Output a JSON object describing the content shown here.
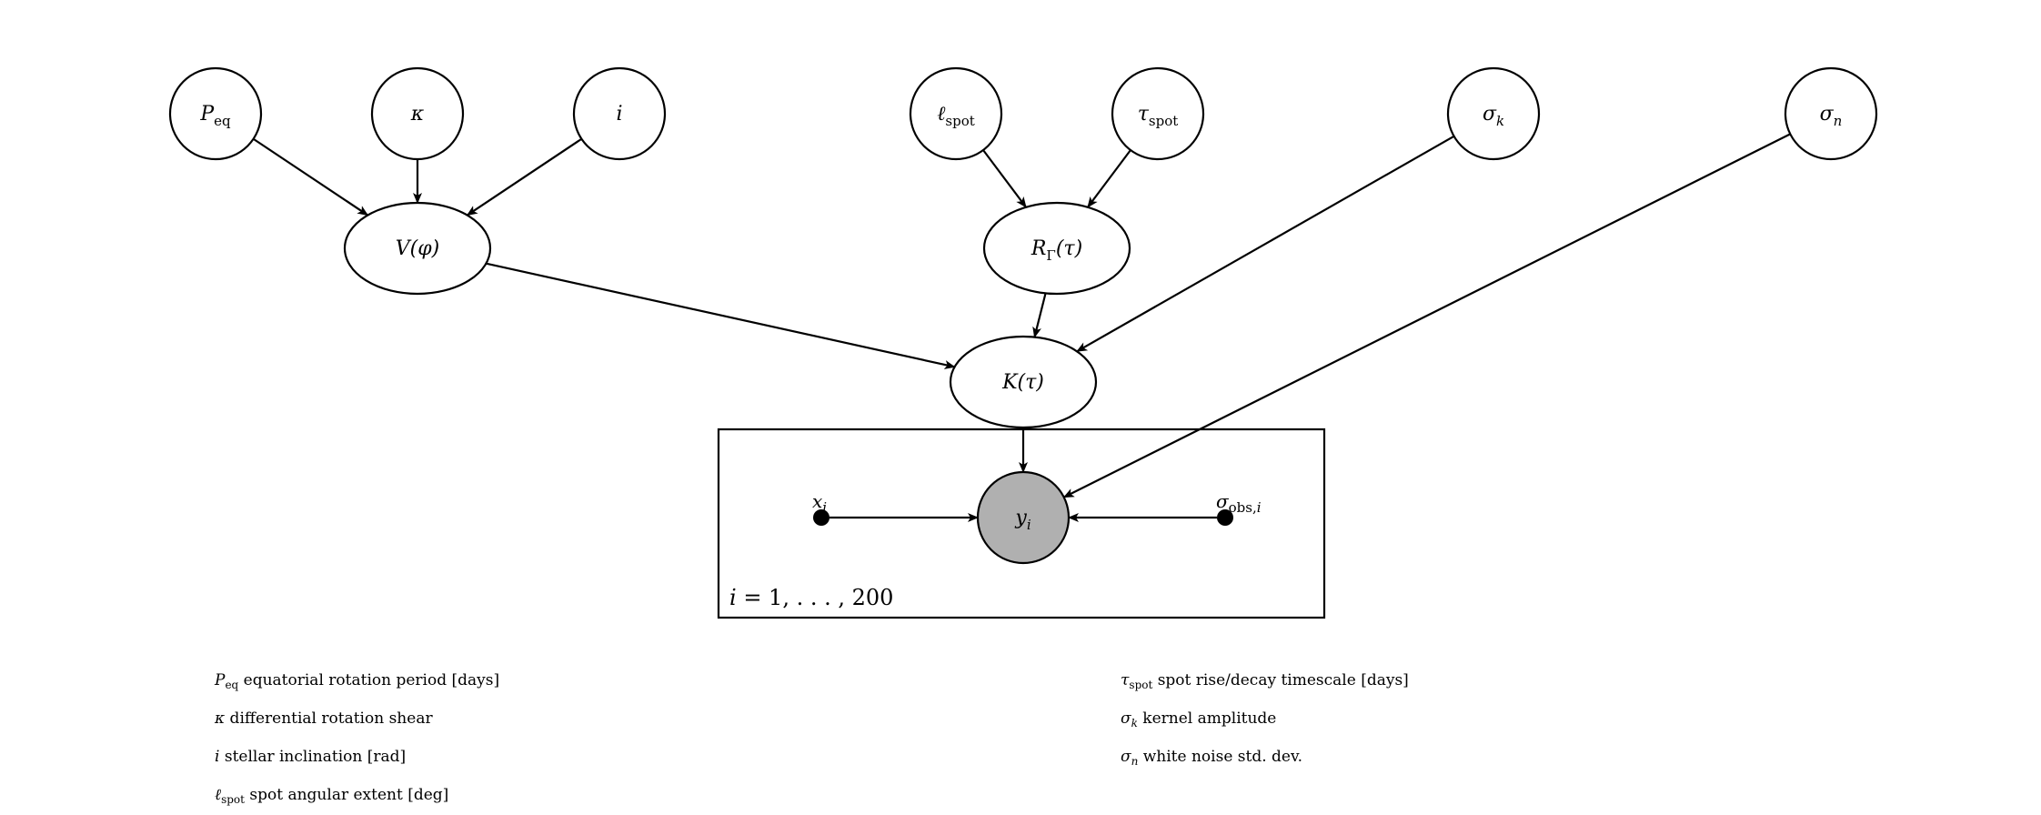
{
  "diagram": {
    "nodes": [
      {
        "id": "P_eq",
        "sym": "P",
        "sub": "eq"
      },
      {
        "id": "kappa",
        "sym": "κ",
        "sub": ""
      },
      {
        "id": "i",
        "sym": "i",
        "sub": ""
      },
      {
        "id": "l_spot",
        "sym": "ℓ",
        "sub": "spot"
      },
      {
        "id": "tau_spot",
        "sym": "τ",
        "sub": "spot"
      },
      {
        "id": "sigma_k",
        "sym": "σ",
        "sub": "k"
      },
      {
        "id": "sigma_n",
        "sym": "σ",
        "sub": "n"
      },
      {
        "id": "V",
        "sym": "V(φ)",
        "sub": ""
      },
      {
        "id": "R",
        "sym": "R",
        "sub": "Γ",
        "suffix": "(τ)"
      },
      {
        "id": "K",
        "sym": "K(τ)",
        "sub": ""
      },
      {
        "id": "y",
        "sym": "y",
        "sub": "i",
        "observed": true
      }
    ],
    "dots": [
      {
        "id": "x",
        "sym": "x",
        "sub": "i"
      },
      {
        "id": "sigma_obs",
        "sym": "σ",
        "sub": "obs,",
        "sub2": "i"
      }
    ],
    "edges": [
      [
        "P_eq",
        "V"
      ],
      [
        "kappa",
        "V"
      ],
      [
        "i",
        "V"
      ],
      [
        "l_spot",
        "R"
      ],
      [
        "tau_spot",
        "R"
      ],
      [
        "V",
        "K"
      ],
      [
        "R",
        "K"
      ],
      [
        "sigma_k",
        "K"
      ],
      [
        "K",
        "y"
      ],
      [
        "sigma_n",
        "y"
      ],
      [
        "x",
        "y"
      ],
      [
        "sigma_obs",
        "y"
      ]
    ],
    "plate": {
      "label_var": "i",
      "label_range": " = 1, . . . , 200"
    },
    "legend": [
      {
        "sym": "P",
        "sub": "eq",
        "text": " equatorial rotation period [days]"
      },
      {
        "sym": "κ",
        "sub": "",
        "text": " differential rotation shear"
      },
      {
        "sym": "i",
        "sub": "",
        "text": " stellar inclination [rad]"
      },
      {
        "sym": "ℓ",
        "sub": "spot",
        "text": " spot angular extent [deg]"
      },
      {
        "sym": "τ",
        "sub": "spot",
        "text": " spot rise/decay timescale [days]"
      },
      {
        "sym": "σ",
        "sub": "k",
        "text": " kernel amplitude"
      },
      {
        "sym": "σ",
        "sub": "n",
        "text": " white noise std. dev."
      }
    ]
  }
}
